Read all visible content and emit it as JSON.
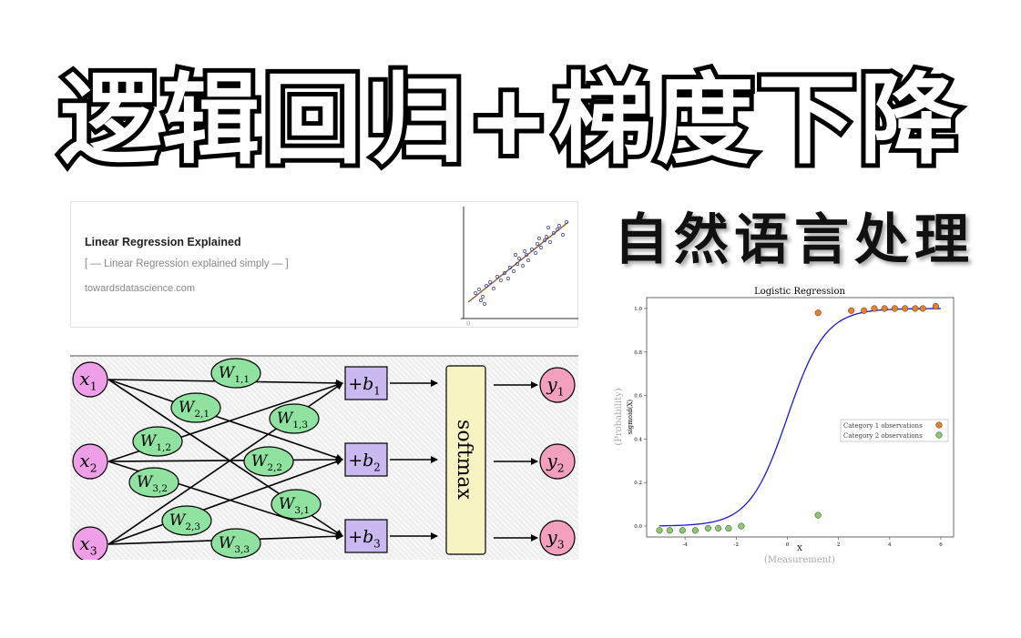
{
  "title": "逻辑回归+梯度下降",
  "subtitle": "自然语言处理",
  "article_card": {
    "title": "Linear Regression Explained",
    "description": "[ — Linear Regression explained simply — ]",
    "domain": "towardsdatascience.com",
    "thumb_axis_label": "0"
  },
  "network_diagram": {
    "inputs": [
      {
        "base": "x",
        "sub": "1"
      },
      {
        "base": "x",
        "sub": "2"
      },
      {
        "base": "x",
        "sub": "3"
      }
    ],
    "weights": [
      {
        "base": "W",
        "sub": "1,1"
      },
      {
        "base": "W",
        "sub": "2,1"
      },
      {
        "base": "W",
        "sub": "1,3"
      },
      {
        "base": "W",
        "sub": "1,2"
      },
      {
        "base": "W",
        "sub": "2,2"
      },
      {
        "base": "W",
        "sub": "3,2"
      },
      {
        "base": "W",
        "sub": "3,1"
      },
      {
        "base": "W",
        "sub": "2,3"
      },
      {
        "base": "W",
        "sub": "3,3"
      }
    ],
    "biases": [
      {
        "prefix": "+",
        "base": "b",
        "sub": "1"
      },
      {
        "prefix": "+",
        "base": "b",
        "sub": "2"
      },
      {
        "prefix": "+",
        "base": "b",
        "sub": "3"
      }
    ],
    "softmax_label": "softmax",
    "outputs": [
      {
        "base": "y",
        "sub": "1"
      },
      {
        "base": "y",
        "sub": "2"
      },
      {
        "base": "y",
        "sub": "3"
      }
    ],
    "colors": {
      "input": "#ef9ee8",
      "weight": "#90e2a0",
      "bias": "#c9b9f0",
      "softmax": "#f8f3c2",
      "output": "#f3a0c0"
    }
  },
  "chart_data": {
    "type": "scatter",
    "title": "Logistic Regression",
    "xlabel": "X",
    "xlabel_annotation": "(Measurement)",
    "ylabel": "sigmoid(X)",
    "ylabel_annotation": "(Probability)",
    "xlim": [
      -5.5,
      6.5
    ],
    "ylim": [
      -0.05,
      1.05
    ],
    "xticks": [
      -4,
      -2,
      0,
      2,
      4,
      6
    ],
    "yticks": [
      0.0,
      0.2,
      0.4,
      0.6,
      0.8,
      1.0
    ],
    "xtick_labels": [
      "-4",
      "-2",
      "0",
      "2",
      "4",
      "6"
    ],
    "ytick_labels": [
      "0.0",
      "0.2",
      "0.4",
      "0.6",
      "0.8",
      "1.0"
    ],
    "curve": {
      "function": "sigmoid",
      "color": "#1a1adc"
    },
    "series": [
      {
        "name": "Category 1 observations",
        "color": "#e8802a",
        "x": [
          1.2,
          2.5,
          3.0,
          3.4,
          3.8,
          4.2,
          4.6,
          5.0,
          5.3,
          5.8
        ],
        "y": [
          0.98,
          0.99,
          0.99,
          1.0,
          1.0,
          1.0,
          1.0,
          1.0,
          1.0,
          1.01
        ]
      },
      {
        "name": "Category 2 observations",
        "color": "#8cc870",
        "x": [
          -5.0,
          -4.6,
          -4.1,
          -3.6,
          -3.1,
          -2.7,
          -2.3,
          -1.8,
          1.2
        ],
        "y": [
          -0.02,
          -0.02,
          -0.02,
          -0.02,
          -0.01,
          -0.01,
          -0.01,
          0.0,
          0.05
        ]
      }
    ],
    "legend_position": "center-right"
  }
}
